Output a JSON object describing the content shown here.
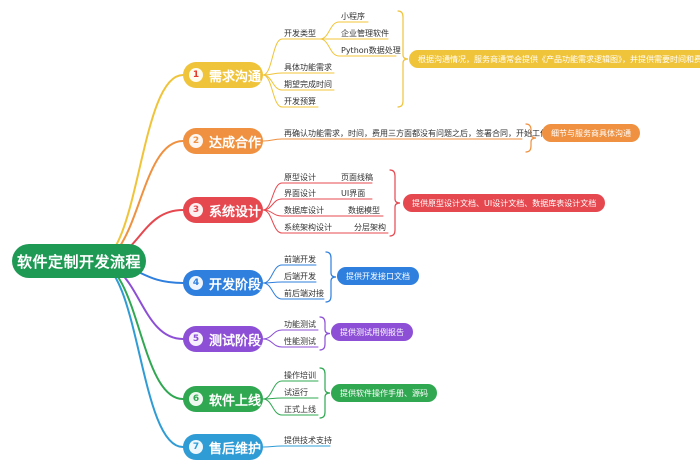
{
  "root": {
    "label": "软件定制开发流程"
  },
  "stages": [
    {
      "num": "1",
      "label": "需求沟通",
      "color": "#f0c43a",
      "numColor": "#e23b2e",
      "items": [
        {
          "label": "开发类型",
          "children": [
            {
              "label": "小程序"
            },
            {
              "label": "企业管理软件"
            },
            {
              "label": "Python数据处理"
            }
          ]
        },
        {
          "label": "具体功能需求"
        },
        {
          "label": "期望完成时间"
        },
        {
          "label": "开发预算"
        }
      ],
      "summary": "根据沟通情况，服务商通常会提供《产品功能需求逻辑图》，并提供需要时间和费用"
    },
    {
      "num": "2",
      "label": "达成合作",
      "color": "#ef9140",
      "numColor": "#ef9140",
      "items": [
        {
          "label": "再确认功能需求，时间，费用三方面都没有问题之后，签署合同，开始工作。"
        }
      ],
      "summary": "细节与服务商具体沟通"
    },
    {
      "num": "3",
      "label": "系统设计",
      "color": "#e6484f",
      "numColor": "#e6484f",
      "items": [
        {
          "label": "原型设计",
          "children": [
            {
              "label": "页面线稿"
            }
          ]
        },
        {
          "label": "界面设计",
          "children": [
            {
              "label": "UI界面"
            }
          ]
        },
        {
          "label": "数据库设计",
          "children": [
            {
              "label": "数据模型"
            }
          ]
        },
        {
          "label": "系统架构设计",
          "children": [
            {
              "label": "分层架构"
            }
          ]
        }
      ],
      "summary": "提供原型设计文档、UI设计文档、数据库表设计文档"
    },
    {
      "num": "4",
      "label": "开发阶段",
      "color": "#2f7fde",
      "numColor": "#2f7fde",
      "items": [
        {
          "label": "前端开发"
        },
        {
          "label": "后端开发"
        },
        {
          "label": "前后端对接"
        }
      ],
      "summary": "提供开发接口文档"
    },
    {
      "num": "5",
      "label": "测试阶段",
      "color": "#8c4fd6",
      "numColor": "#8c4fd6",
      "items": [
        {
          "label": "功能测试"
        },
        {
          "label": "性能测试"
        }
      ],
      "summary": "提供测试用例报告"
    },
    {
      "num": "6",
      "label": "软件上线",
      "color": "#2fa851",
      "numColor": "#2fa851",
      "items": [
        {
          "label": "操作培训"
        },
        {
          "label": "试运行"
        },
        {
          "label": "正式上线"
        }
      ],
      "summary": "提供软件操作手册、源码"
    },
    {
      "num": "7",
      "label": "售后维护",
      "color": "#2f9cd6",
      "numColor": "#2f9cd6",
      "items": [
        {
          "label": "提供技术支持"
        }
      ]
    }
  ]
}
